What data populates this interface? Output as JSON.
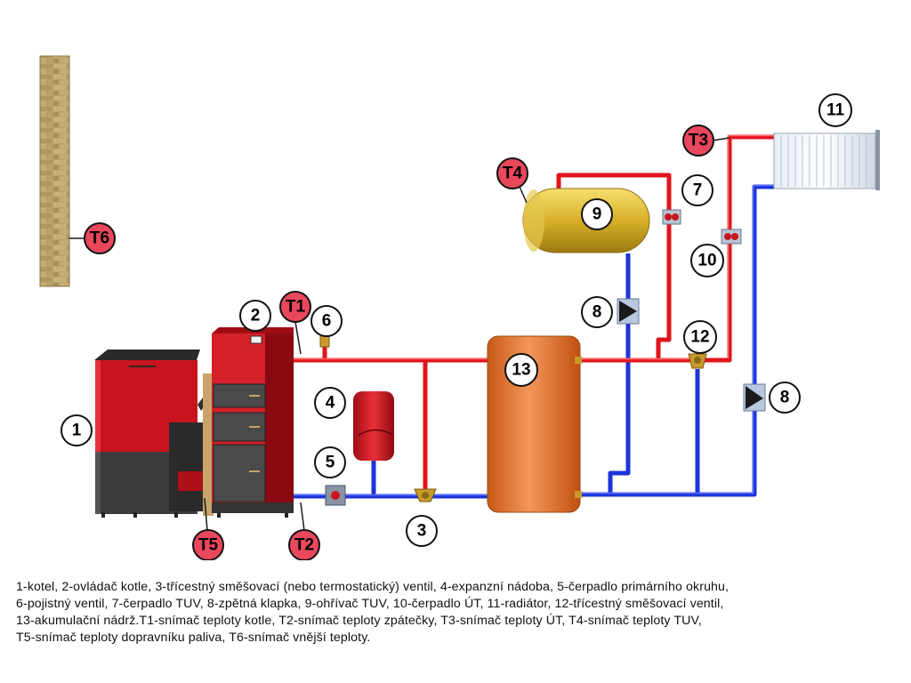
{
  "labels": {
    "n1": "1",
    "n2": "2",
    "n3": "3",
    "n4": "4",
    "n5": "5",
    "n6": "6",
    "n7": "7",
    "n8a": "8",
    "n8b": "8",
    "n9": "9",
    "n10": "10",
    "n11": "11",
    "n12": "12",
    "n13": "13",
    "t1": "T1",
    "t2": "T2",
    "t3": "T3",
    "t4": "T4",
    "t5": "T5",
    "t6": "T6"
  },
  "caption": [
    "1-kotel, 2-ovládač kotle, 3-třícestný směšovací (nebo termostatický) ventil, 4-expanzní nádoba, 5-čerpadlo primárního okruhu,",
    "6-pojistný ventil, 7-čerpadlo TUV, 8-zpětná klapka, 9-ohřívač TUV, 10-čerpadlo ÚT, 11-radiátor, 12-třícestný směšovací ventil,",
    "13-akumulační nádrž.T1-snímač teploty kotle, T2-snímač teploty zpátečky, T3-snímač teploty ÚT, T4-snímač teploty TUV,",
    "T5-snímač teploty dopravníku paliva, T6-snímač vnější teploty."
  ],
  "colors": {
    "hot_pipe": "#e0141c",
    "return_pipe": "#1c34d8",
    "sensor_fill": "#e8475c",
    "boiler_red": "#c8141e",
    "tank_orange": "#e8782c",
    "heater_gold": "#d8b028",
    "wall_brick": "#b8a068"
  }
}
